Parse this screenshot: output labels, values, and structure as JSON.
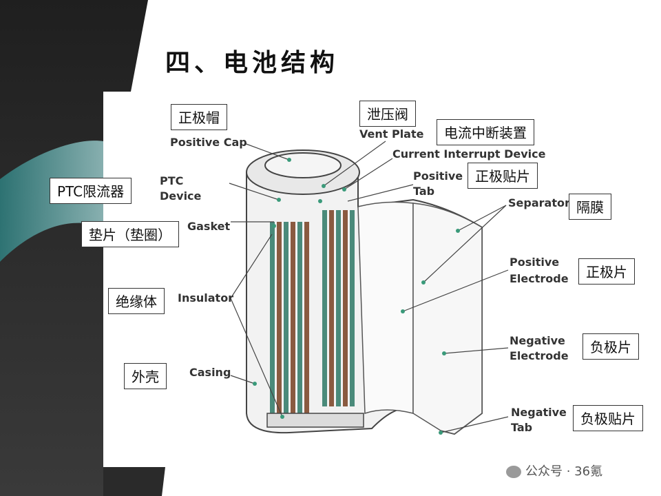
{
  "title": "四、电池结构",
  "english_labels": {
    "positive_cap": "Positive Cap",
    "vent_plate": "Vent Plate",
    "current_interrupt_device": "Current Interrupt Device",
    "ptc_device_line1": "PTC",
    "ptc_device_line2": "Device",
    "positive_tab_line1": "Positive",
    "positive_tab_line2": "Tab",
    "gasket": "Gasket",
    "separator": "Separator",
    "positive_electrode_line1": "Positive",
    "positive_electrode_line2": "Electrode",
    "insulator": "Insulator",
    "negative_electrode_line1": "Negative",
    "negative_electrode_line2": "Electrode",
    "casing": "Casing",
    "negative_tab_line1": "Negative",
    "negative_tab_line2": "Tab"
  },
  "chinese_labels": {
    "positive_cap": "正极帽",
    "vent_plate": "泄压阀",
    "current_interrupt": "电流中断装置",
    "positive_tab": "正极贴片",
    "ptc": "PTC限流器",
    "separator": "隔膜",
    "gasket": "垫片（垫圈）",
    "positive_electrode": "正极片",
    "insulator": "绝缘体",
    "negative_electrode": "负极片",
    "casing": "外壳",
    "negative_tab": "负极贴片"
  },
  "footer": "公众号 · 36氪",
  "colors": {
    "dark_bg": "#2b2b2b",
    "teal_accent": "#3a9a9a",
    "electrode_teal": "#4a8a7a",
    "electrode_brown": "#8a5a40"
  }
}
